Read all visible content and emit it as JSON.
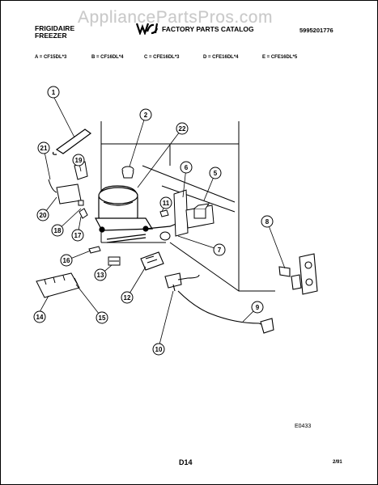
{
  "watermark": "AppliancePartsPros.com",
  "header": {
    "brand_line1": "FRIGIDAIRE",
    "brand_line2": "FREEZER",
    "logo_text": "WCI",
    "catalog_title": "FACTORY PARTS CATALOG",
    "part_number": "5995201776"
  },
  "models": [
    "A = CF15DL*3",
    "B = CF16DL*4",
    "C = CFE16DL*3",
    "D = CFE16DL*4",
    "E = CFE16DL*5"
  ],
  "callouts": [
    "1",
    "2",
    "22",
    "21",
    "19",
    "6",
    "5",
    "11",
    "20",
    "18",
    "17",
    "7",
    "8",
    "16",
    "13",
    "12",
    "9",
    "14",
    "15",
    "10"
  ],
  "footer": {
    "drawing_code": "E0433",
    "page_label": "D14",
    "date": "2/91"
  }
}
